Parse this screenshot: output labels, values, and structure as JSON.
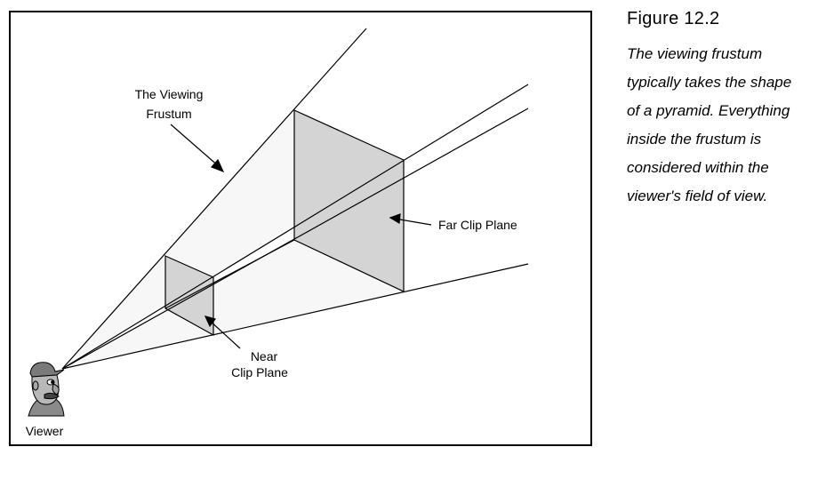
{
  "diagram": {
    "labels": {
      "viewing_frustum_line1": "The Viewing",
      "viewing_frustum_line2": "Frustum",
      "far_clip_plane": "Far Clip Plane",
      "near_clip_line1": "Near",
      "near_clip_line2": "Clip Plane",
      "viewer": "Viewer"
    },
    "colors": {
      "frustum_fill": "#f7f7f7",
      "plane_fill": "#d4d4d4",
      "stroke": "#000000"
    },
    "icons": {
      "viewer": "cartoon-viewer-head-icon"
    }
  },
  "caption": {
    "title": "Figure 12.2",
    "lines": [
      "The viewing frustum",
      "typically takes the shape",
      "of a pyramid. Everything",
      "inside the frustum is",
      "considered within the",
      "viewer's field of view."
    ]
  }
}
